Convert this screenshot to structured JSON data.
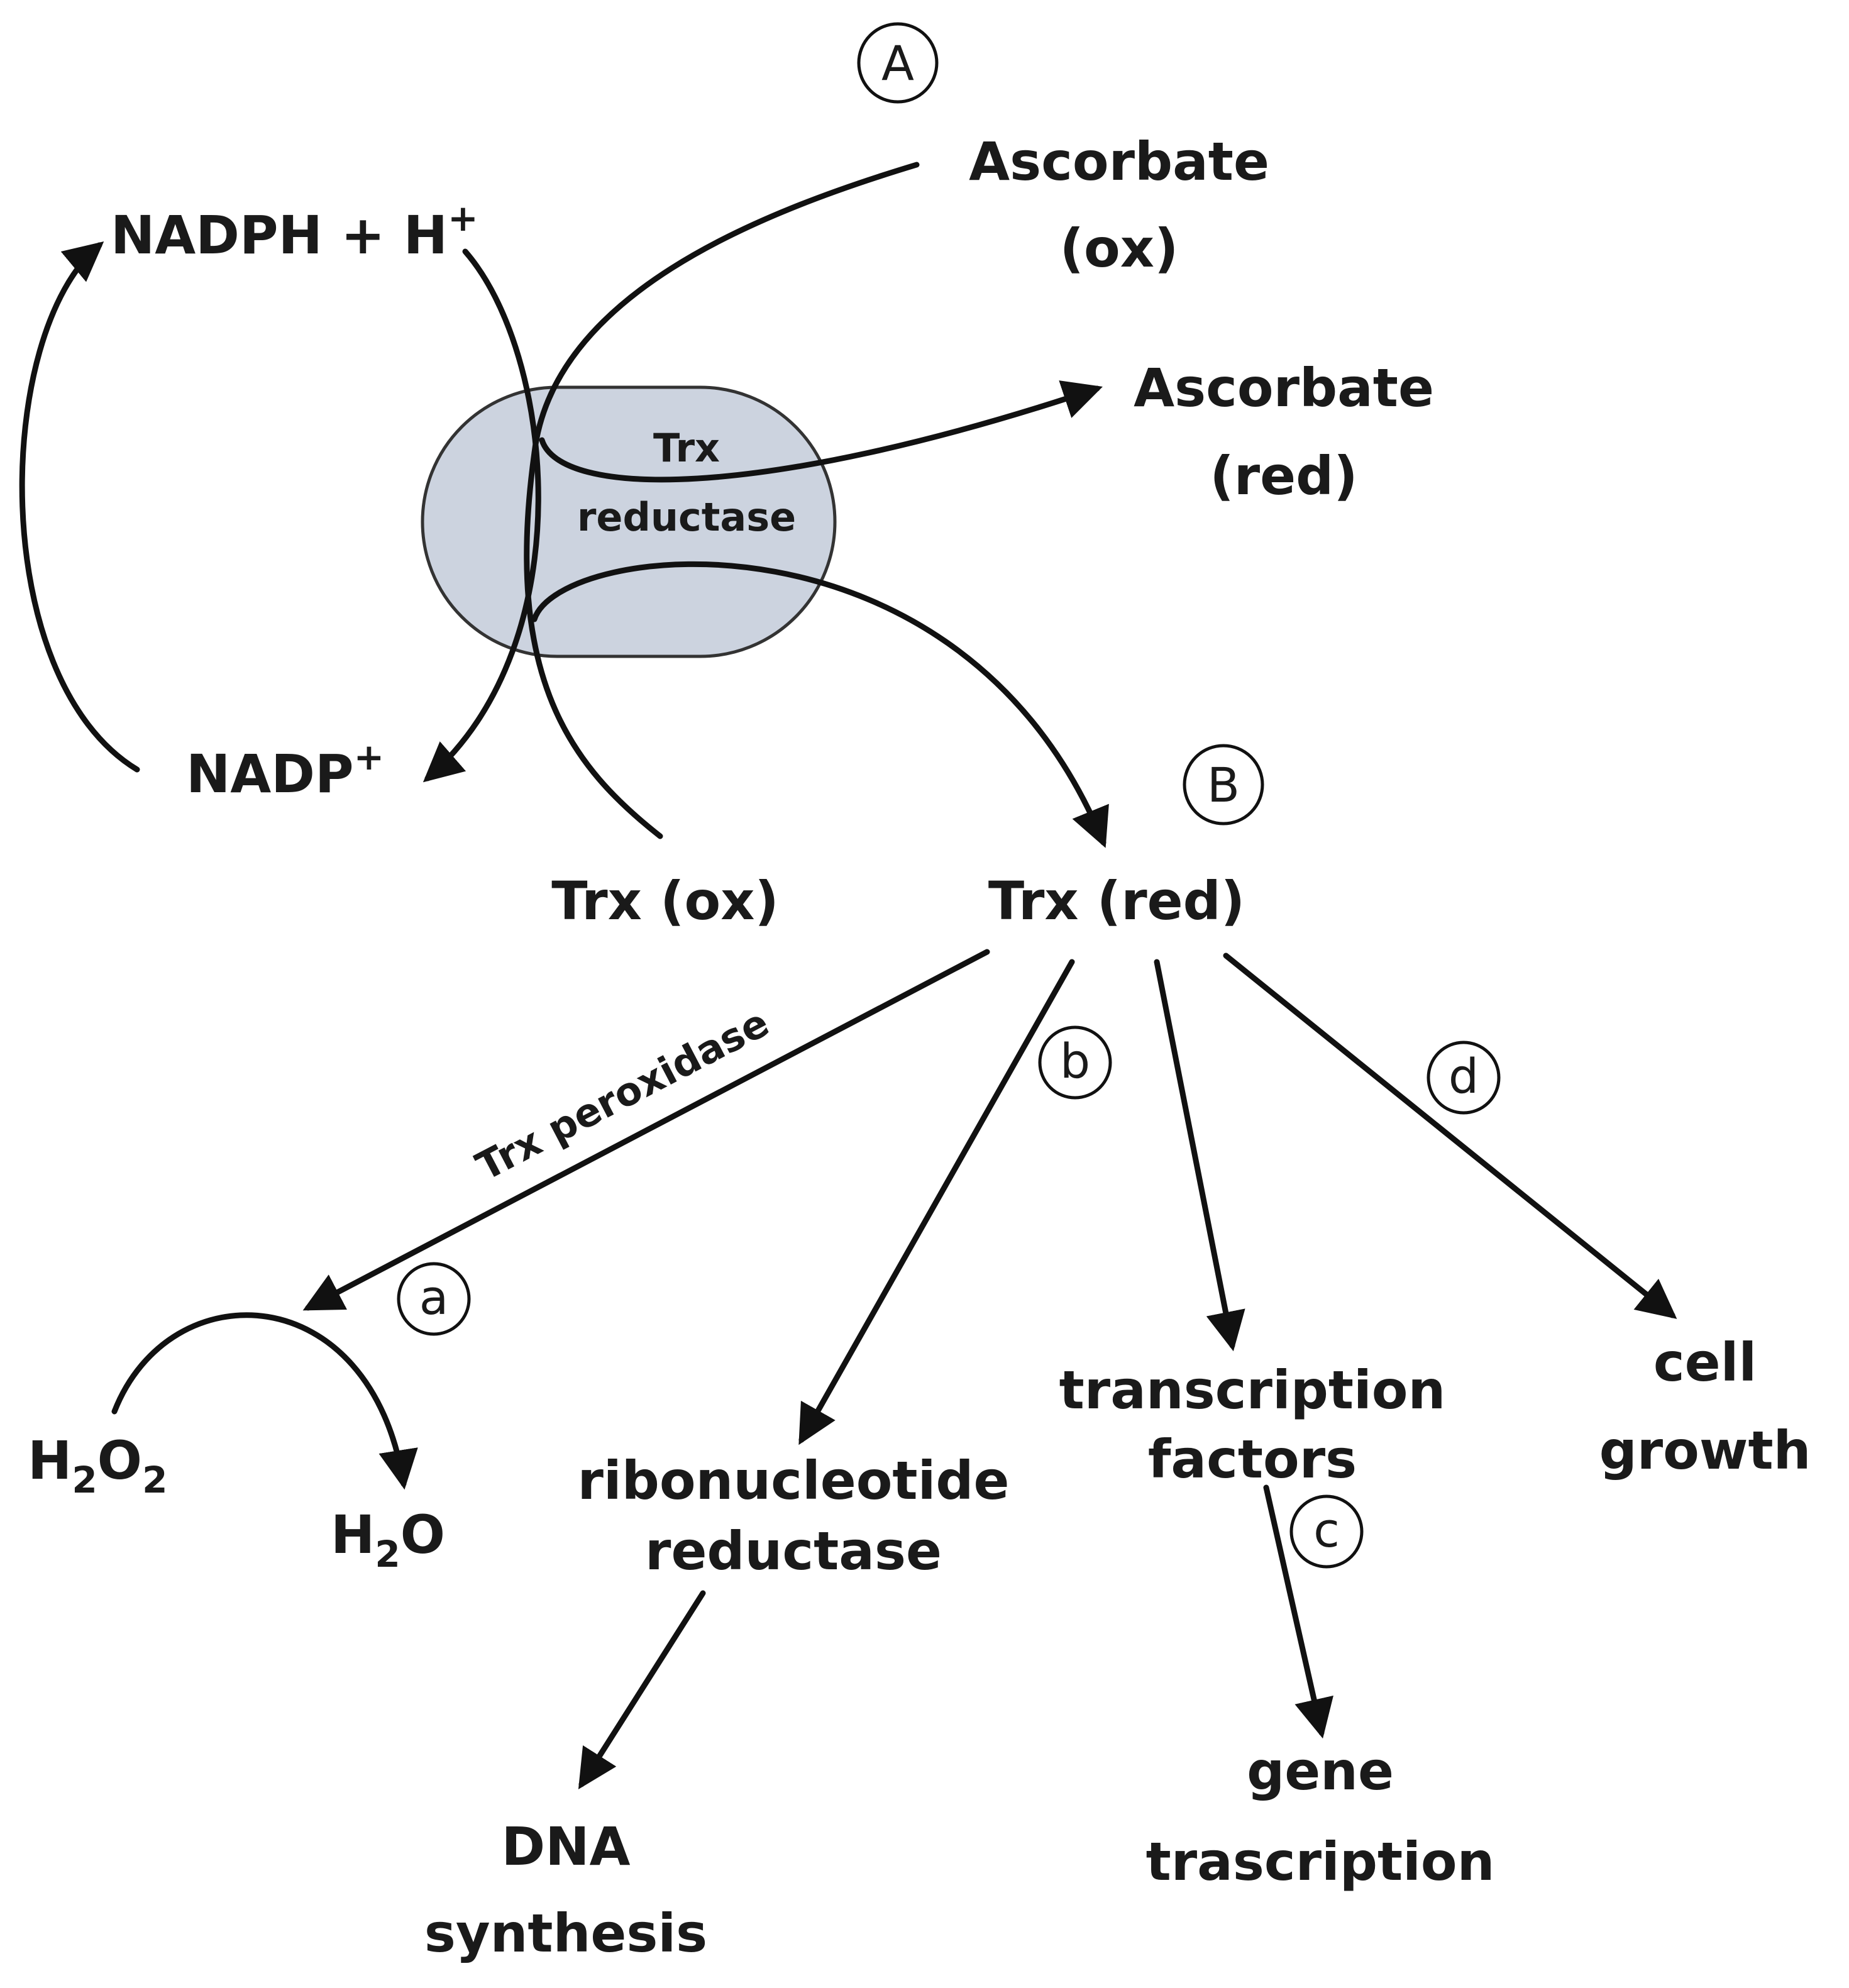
{
  "enzyme": {
    "label_line1": "Trx",
    "label_line2": "reductase",
    "fill_color": "#ccd3df",
    "stroke_color": "#333333"
  },
  "markers": {
    "A": "A",
    "B": "B",
    "a": "a",
    "b": "b",
    "c": "c",
    "d": "d"
  },
  "labels": {
    "nadph": "NADPH + H",
    "nadph_sup": "+",
    "nadp": "NADP",
    "nadp_sup": "+",
    "asc_ox_line1": "Ascorbate",
    "asc_ox_line2": "(ox)",
    "asc_red_line1": "Ascorbate",
    "asc_red_line2": "(red)",
    "trx_ox": "Trx (ox)",
    "trx_red": "Trx (red)",
    "trx_peroxidase": "Trx peroxidase",
    "h2o2_h": "H",
    "h2o2_2a": "2",
    "h2o2_o": "O",
    "h2o2_2b": "2",
    "h2o_h": "H",
    "h2o_2": "2",
    "h2o_o": "O",
    "rnr_line1": "ribonucleotide",
    "rnr_line2": "reductase",
    "dna_line1": "DNA",
    "dna_line2": "synthesis",
    "tf_line1": "transcription",
    "tf_line2": "factors",
    "gene_line1": "gene",
    "gene_line2": "trascription",
    "cell_line1": "cell",
    "cell_line2": "growth"
  },
  "colors": {
    "ink": "#111111",
    "enzyme_fill": "#ccd3df"
  }
}
